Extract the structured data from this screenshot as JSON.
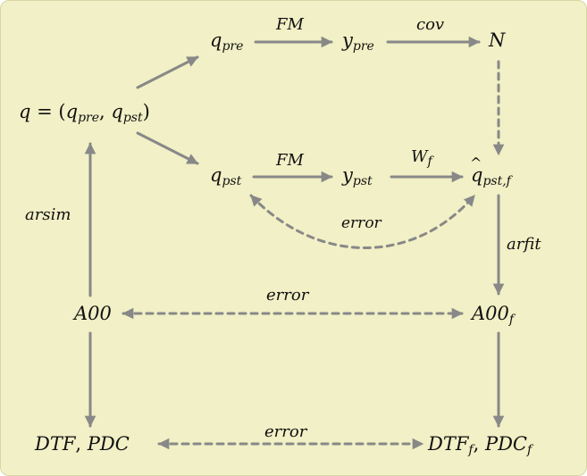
{
  "nodes": {
    "q": {
      "base": "q",
      "eq": " = ",
      "open": "(",
      "a": "q",
      "a_sub": "pre",
      "comma": ", ",
      "b": "q",
      "b_sub": "pst",
      "close": ")"
    },
    "q_pre": {
      "base": "q",
      "sub": "pre"
    },
    "y_pre": {
      "base": "y",
      "sub": "pre"
    },
    "N": {
      "base": "N"
    },
    "q_pst": {
      "base": "q",
      "sub": "pst"
    },
    "y_pst": {
      "base": "y",
      "sub": "pst"
    },
    "q_hat": {
      "base": "q",
      "caret": "^",
      "sub": "pst,f"
    },
    "A00": {
      "base": "A00"
    },
    "A00_f": {
      "base": "A00",
      "sub": "f"
    },
    "dtf_pdc": {
      "a": "DTF",
      "sep": ", ",
      "b": "PDC"
    },
    "dtf_pdc_f": {
      "a": "DTF",
      "a_sub": "f",
      "sep": ", ",
      "b": "PDC",
      "b_sub": "f"
    }
  },
  "edges": {
    "fm_top": {
      "label": "FM"
    },
    "cov": {
      "label": "cov"
    },
    "fm_mid": {
      "label": "FM"
    },
    "wf": {
      "base": "W",
      "sub": "f"
    },
    "error_q": {
      "label": "error"
    },
    "arsim": {
      "label": "arsim"
    },
    "arfit": {
      "label": "arfit"
    },
    "error_a": {
      "label": "error"
    },
    "error_d": {
      "label": "error"
    }
  },
  "colors": {
    "background": "#f1f0c6",
    "arrow": "#888888",
    "text": "#111111"
  }
}
